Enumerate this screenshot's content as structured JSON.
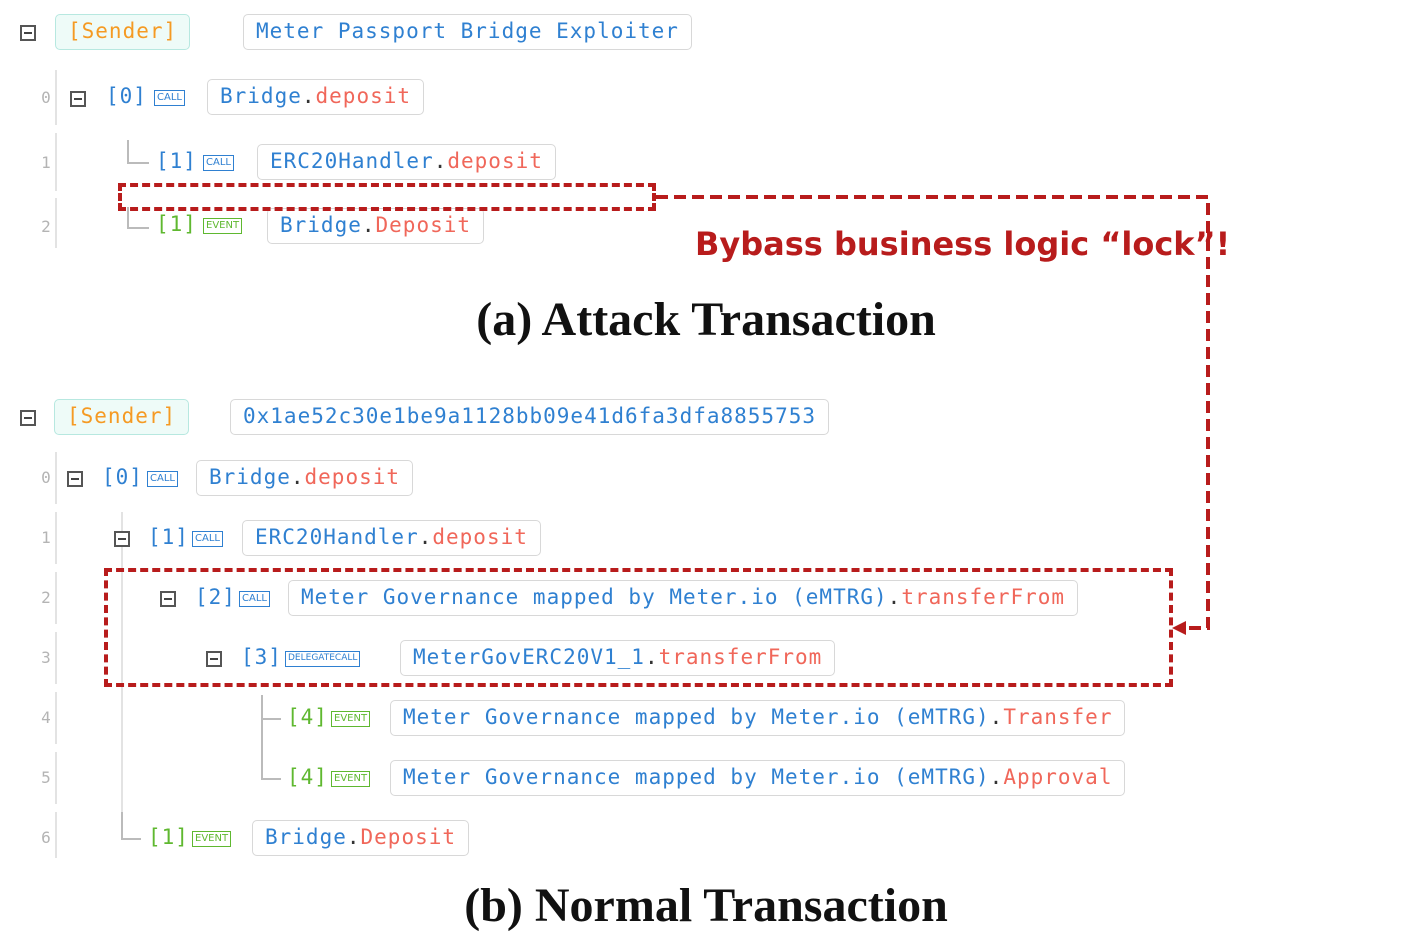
{
  "attack": {
    "caption": "(a) Attack Transaction",
    "sender": {
      "label": "[Sender]",
      "name": "Meter Passport Bridge Exploiter"
    },
    "rows": [
      {
        "num": "0",
        "index": "[0]",
        "type": "CALL",
        "contract": "Bridge",
        "dot": ".",
        "method": "deposit"
      },
      {
        "num": "1",
        "index": "[1]",
        "type": "CALL",
        "contract": "ERC20Handler",
        "dot": ".",
        "method": "deposit"
      },
      {
        "num": "2",
        "index": "[1]",
        "type": "EVENT",
        "contract": "Bridge",
        "dot": ".",
        "method": "Deposit"
      }
    ]
  },
  "annotation": "Bybass business logic “lock”!",
  "normal": {
    "caption": "(b) Normal Transaction",
    "sender": {
      "label": "[Sender]",
      "name": "0x1ae52c30e1be9a1128bb09e41d6fa3dfa8855753"
    },
    "rows": [
      {
        "num": "0",
        "index": "[0]",
        "type": "CALL",
        "contract": "Bridge",
        "dot": ".",
        "method": "deposit"
      },
      {
        "num": "1",
        "index": "[1]",
        "type": "CALL",
        "contract": "ERC20Handler",
        "dot": ".",
        "method": "deposit"
      },
      {
        "num": "2",
        "index": "[2]",
        "type": "CALL",
        "contract": "Meter Governance mapped by Meter.io (eMTRG)",
        "dot": ".",
        "method": "transferFrom"
      },
      {
        "num": "3",
        "index": "[3]",
        "type": "DELEGATECALL",
        "contract": "MeterGovERC20V1_1",
        "dot": ".",
        "method": "transferFrom"
      },
      {
        "num": "4",
        "index": "[4]",
        "type": "EVENT",
        "contract": "Meter Governance mapped by Meter.io (eMTRG)",
        "dot": ".",
        "method": "Transfer"
      },
      {
        "num": "5",
        "index": "[4]",
        "type": "EVENT",
        "contract": "Meter Governance mapped by Meter.io (eMTRG)",
        "dot": ".",
        "method": "Approval"
      },
      {
        "num": "6",
        "index": "[1]",
        "type": "EVENT",
        "contract": "Bridge",
        "dot": ".",
        "method": "Deposit"
      }
    ]
  },
  "colors": {
    "highlight": "#b81c1c",
    "call": "#2f80d1",
    "event": "#5fb830",
    "method": "#f0675a",
    "sender": "#f59a23"
  }
}
